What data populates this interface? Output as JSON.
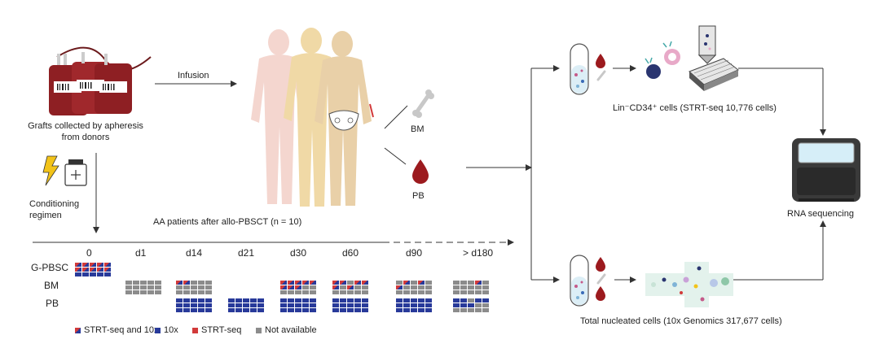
{
  "grafts": {
    "label_line1": "Grafts collected by apheresis",
    "label_line2": "from donors"
  },
  "infusion_label": "Infusion",
  "conditioning": {
    "line1": "Conditioning",
    "line2": "regimen"
  },
  "patients_label": "AA patients after allo-PBSCT (n = 10)",
  "bm_label": "BM",
  "pb_label": "PB",
  "cd34_label": "Lin⁻CD34⁺ cells  (STRT-seq 10,776 cells)",
  "rna_label": "RNA sequencing",
  "tnc_label": "Total nucleated cells (10x Genomics 317,677 cells)",
  "timeline": {
    "row_labels": [
      "G-PBSC",
      "BM",
      "PB"
    ],
    "timepoints": [
      "0",
      "d1",
      "d14",
      "d21",
      "d30",
      "d60",
      "d90",
      "> d180"
    ],
    "samples": {
      "G-PBSC": [
        "both",
        "both",
        "both",
        "both",
        "both",
        "both",
        "both",
        "both",
        "both",
        "both",
        "10x",
        "10x",
        "10x",
        "10x",
        "10x"
      ],
      "BM": {
        "d1": [
          "na",
          "na",
          "na",
          "na",
          "na",
          "na",
          "na",
          "na",
          "na",
          "na",
          "na",
          "na",
          "na",
          "na",
          "na"
        ],
        "d14": [
          "both",
          "both",
          "na",
          "na",
          "na",
          "na",
          "na",
          "na",
          "na",
          "na",
          "na",
          "na",
          "na",
          "na",
          "na"
        ],
        "d30": [
          "both",
          "both",
          "both",
          "both",
          "both",
          "both",
          "both",
          "both",
          "na",
          "na",
          "na",
          "na",
          "na",
          "na",
          "na"
        ],
        "d60": [
          "both",
          "both",
          "na",
          "both",
          "both",
          "both",
          "na",
          "both",
          "na",
          "na",
          "na",
          "na",
          "na",
          "na",
          "na"
        ],
        "d90": [
          "na",
          "both",
          "na",
          "both",
          "na",
          "both",
          "na",
          "na",
          "na",
          "na",
          "na",
          "na",
          "na",
          "na",
          "na"
        ],
        "> d180": [
          "na",
          "na",
          "na",
          "both",
          "na",
          "na",
          "na",
          "na",
          "na",
          "na",
          "na",
          "na",
          "na",
          "na",
          "na"
        ]
      },
      "PB": {
        "d14": [
          "10x",
          "10x",
          "10x",
          "10x",
          "10x",
          "10x",
          "10x",
          "10x",
          "10x",
          "10x",
          "10x",
          "10x",
          "10x",
          "10x",
          "10x"
        ],
        "d21": [
          "10x",
          "10x",
          "10x",
          "10x",
          "10x",
          "10x",
          "10x",
          "10x",
          "10x",
          "10x",
          "10x",
          "10x",
          "10x",
          "10x",
          "10x"
        ],
        "d30": [
          "10x",
          "10x",
          "10x",
          "10x",
          "10x",
          "10x",
          "10x",
          "10x",
          "10x",
          "10x",
          "10x",
          "10x",
          "10x",
          "10x",
          "10x"
        ],
        "d60": [
          "10x",
          "10x",
          "10x",
          "10x",
          "10x",
          "10x",
          "10x",
          "10x",
          "10x",
          "10x",
          "10x",
          "10x",
          "10x",
          "10x",
          "10x"
        ],
        "d90": [
          "10x",
          "10x",
          "10x",
          "10x",
          "10x",
          "10x",
          "10x",
          "10x",
          "10x",
          "10x",
          "10x",
          "10x",
          "10x",
          "10x",
          "10x"
        ],
        "> d180": [
          "10x",
          "10x",
          "na",
          "10x",
          "10x",
          "10x",
          "10x",
          "10x",
          "na",
          "na",
          "na",
          "na",
          "na",
          "na",
          "na"
        ]
      }
    }
  },
  "legend": [
    {
      "key": "both",
      "label": "STRT-seq and 10x"
    },
    {
      "key": "10x",
      "label": "10x"
    },
    {
      "key": "strt",
      "label": "STRT-seq"
    },
    {
      "key": "na",
      "label": "Not available"
    }
  ],
  "colors": {
    "strt_red": "#d23a3a",
    "tenx_blue": "#283a9a",
    "na_gray": "#8c8c8c",
    "blood_bag": "#8e1f23",
    "figure_pink": "#f4d6cf",
    "figure_yellow": "#f0d9a6",
    "figure_tan": "#e9d0a8",
    "sequencer_dark": "#3a3a3a"
  }
}
